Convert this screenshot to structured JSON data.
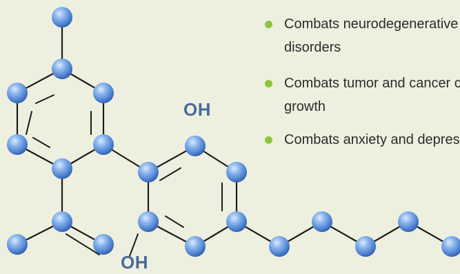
{
  "labels": {
    "hydroxyl_top": "OH",
    "hydroxyl_bottom": "OH"
  },
  "benefits": [
    {
      "line1": "Combats neurodegenerative",
      "line2": "disorders"
    },
    {
      "line1": "Combats tumor and cancer cell",
      "line2": "growth"
    },
    {
      "line1": "Combats anxiety and depression",
      "line2": ""
    }
  ],
  "colors": {
    "background": "#eef0df",
    "atom": "#5b8fd6",
    "bond": "#1b1b1b",
    "label": "#4a6a9c",
    "bullet": "#8cc63f"
  }
}
